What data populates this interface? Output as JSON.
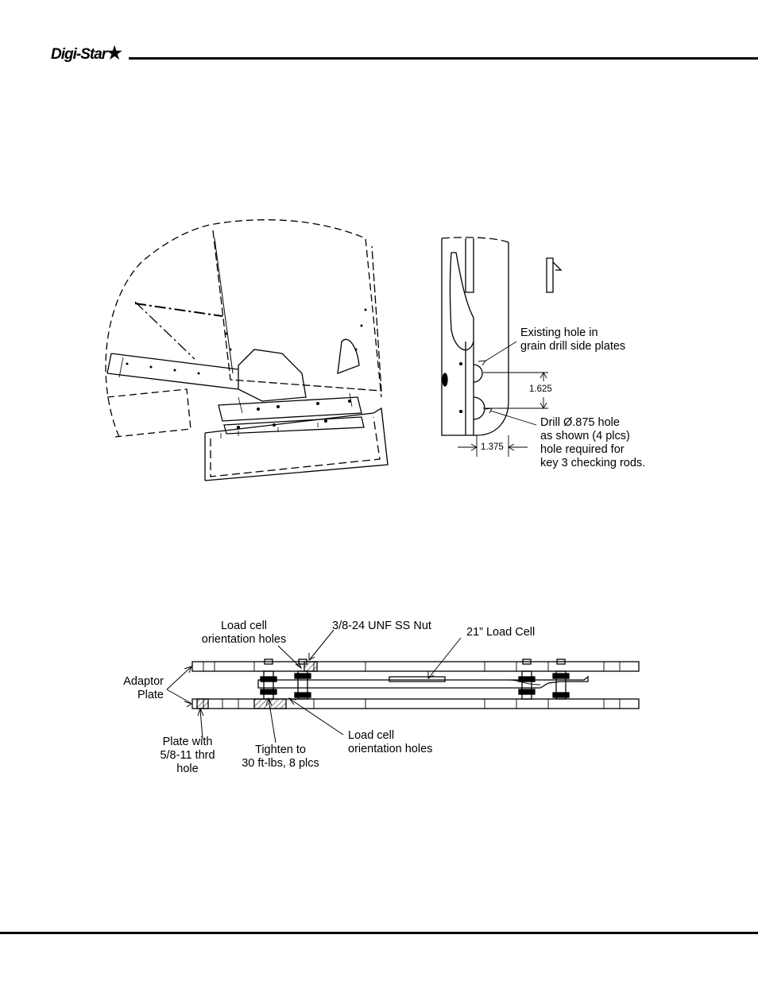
{
  "header": {
    "logo_text": "Digi-Star",
    "logo_star": "★"
  },
  "figure_top": {
    "dimensions": {
      "vertical": "1.625",
      "horizontal": "1.375"
    },
    "callouts": {
      "existing_hole": [
        "Existing hole in",
        "grain drill side plates"
      ],
      "drill_hole": [
        "Drill Ø.875 hole",
        "as shown (4 plcs)",
        "hole required for",
        "key 3 checking rods."
      ]
    }
  },
  "figure_bottom": {
    "callouts": {
      "load_cell_orientation_top": [
        "Load cell",
        "orientation holes"
      ],
      "nut": "3/8-24 UNF SS Nut",
      "load_cell": "21” Load Cell",
      "adaptor_plate": [
        "Adaptor",
        "Plate"
      ],
      "plate_thread": [
        "Plate with",
        "5/8-11 thrd",
        "hole"
      ],
      "tighten": [
        "Tighten to",
        "30 ft-lbs, 8 plcs"
      ],
      "load_cell_orientation_bottom": [
        "Load cell",
        "orientation holes"
      ]
    }
  }
}
